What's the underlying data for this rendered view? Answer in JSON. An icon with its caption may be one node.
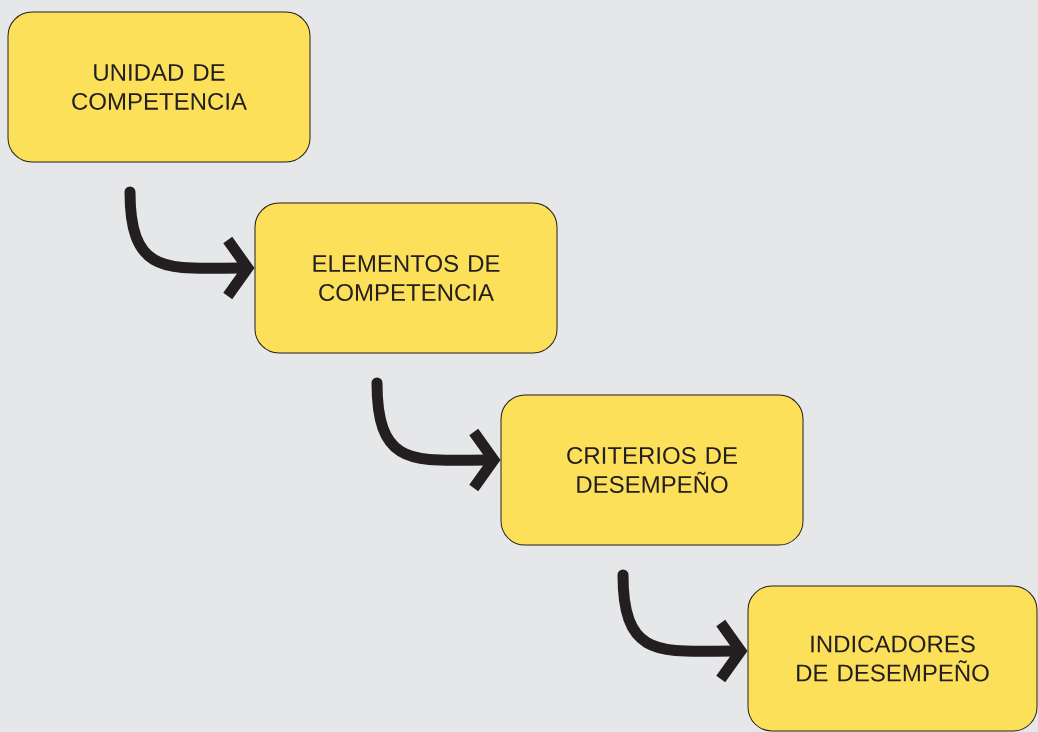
{
  "diagram": {
    "nodes": [
      {
        "text": [
          "UNIDAD DE COMPETENCIA"
        ]
      },
      {
        "text": [
          "ELEMENTOS DE COMPETENCIA"
        ]
      },
      {
        "text": [
          "CRITERIOS DE DESEMPEÑO"
        ]
      },
      {
        "text": [
          "INDICADORES DE DESEMPEÑO"
        ]
      }
    ],
    "edges": [
      {
        "from": 0,
        "to": 1,
        "arrow": "to"
      },
      {
        "from": 1,
        "to": 2,
        "arrow": "to"
      },
      {
        "from": 2,
        "to": 3,
        "arrow": "to"
      }
    ]
  }
}
